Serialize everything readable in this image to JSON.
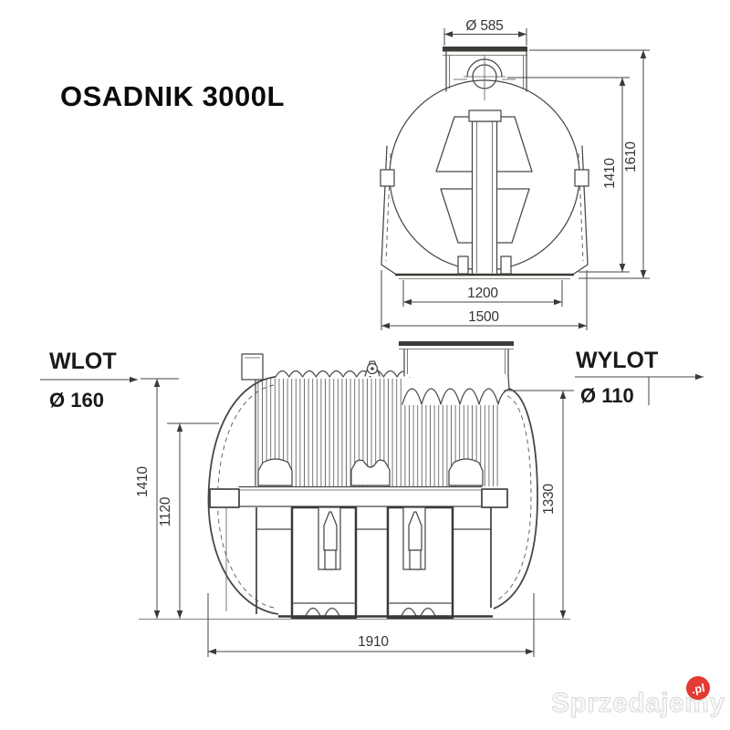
{
  "title": "OSADNIK 3000L",
  "colors": {
    "line": "#4a4743",
    "text": "#383533",
    "watermark_red": "#e23b34"
  },
  "front_view": {
    "description": "front-cross-section-view",
    "dims": {
      "lid_diameter": "Ø 585",
      "body_height": "1410",
      "total_height": "1610",
      "base_inner_width": "1200",
      "base_outer_width": "1500"
    }
  },
  "side_view": {
    "description": "side-elevation-view",
    "inlet": {
      "label": "WLOT",
      "diameter": "Ø 160"
    },
    "outlet": {
      "label": "WYLOT",
      "diameter": "Ø 110"
    },
    "dims": {
      "total_height": "1410",
      "inlet_invert_height": "1120",
      "outlet_invert_height": "1330",
      "total_length": "1910"
    }
  },
  "watermark": {
    "text": "Sprzedajemy",
    "suffix": ".pl"
  }
}
